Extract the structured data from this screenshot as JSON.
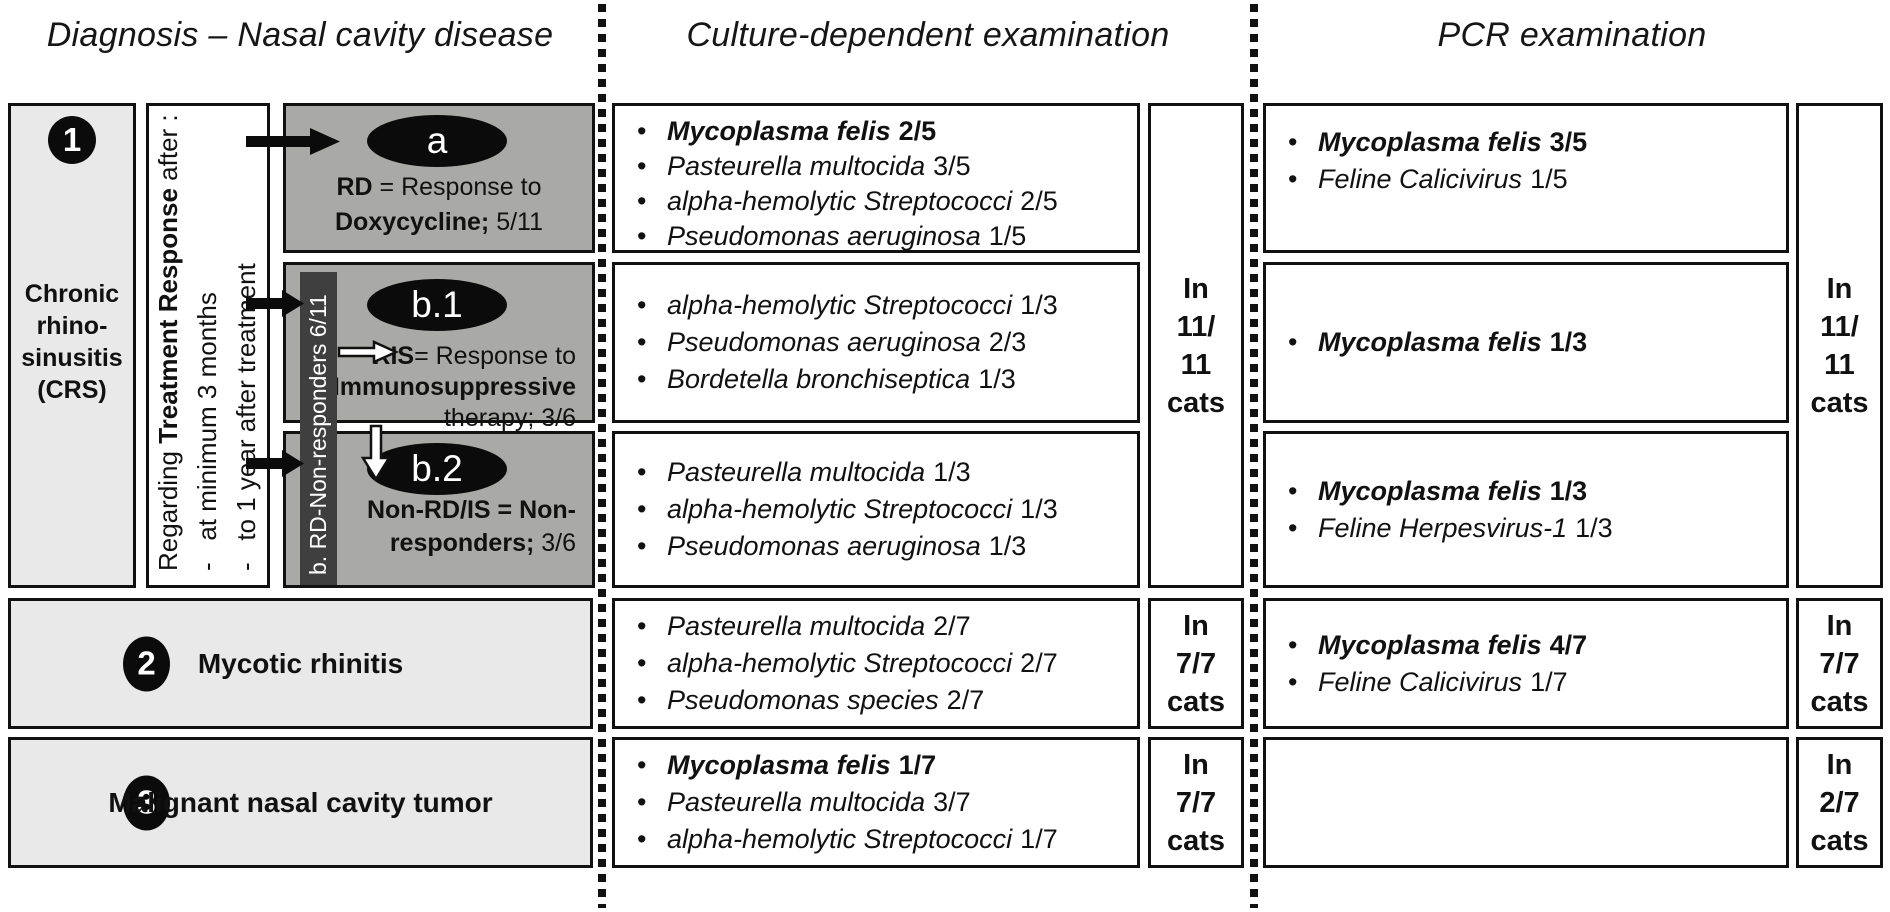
{
  "headers": {
    "diagnosis": "Diagnosis – Nasal cavity disease",
    "culture": "Culture-dependent examination",
    "pcr": "PCR examination"
  },
  "glyphs": {
    "bullet": "•"
  },
  "colors": {
    "light_grey_box": "#e9e9e9",
    "grey_box": "#a9a9a7",
    "dark_bar": "#3f3f3f",
    "black": "#0b0b0b"
  },
  "row1": {
    "number": "1",
    "diagnosis_lines": [
      "Chronic",
      "rhino-",
      "sinusitis",
      "(CRS)"
    ],
    "treatment_note": {
      "prefix": "Regarding ",
      "bold": "Treatment Response",
      "suffix": " after :",
      "item1": "-   at minimum 3 months",
      "item2": "-   to 1 year after treatment"
    },
    "group_a": {
      "label": "a",
      "line1_bold": "RD",
      "line1_rest": " = Response to",
      "line2_bold": "Doxycycline;",
      "line2_rest": " 5/11"
    },
    "group_b_bar": "b. RD-Non-responders 6/11",
    "group_b1": {
      "label": "b.1",
      "line1_bold": "RIS",
      "line1_rest": "= Response to",
      "line2_bold": "Immunosuppressive",
      "line3": "therapy; 3/6"
    },
    "group_b2": {
      "label": "b.2",
      "line1_bold": "Non-RD/IS = Non-",
      "line2_bold": "responders;",
      "line2_rest": " 3/6"
    },
    "culture_a": [
      {
        "name": "Mycoplasma felis",
        "count": "2/5",
        "emphasis": "bold"
      },
      {
        "name": "Pasteurella multocida",
        "count": "3/5",
        "emphasis": ""
      },
      {
        "name": "alpha-hemolytic Streptococci",
        "count": "2/5",
        "emphasis": ""
      },
      {
        "name": "Pseudomonas aeruginosa",
        "count": "1/5",
        "emphasis": ""
      }
    ],
    "culture_b1": [
      {
        "name": "alpha-hemolytic Streptococci",
        "count": "1/3",
        "emphasis": ""
      },
      {
        "name": "Pseudomonas aeruginosa",
        "count": "2/3",
        "emphasis": ""
      },
      {
        "name": "Bordetella bronchiseptica",
        "count": "1/3",
        "emphasis": ""
      }
    ],
    "culture_b2": [
      {
        "name": "Pasteurella multocida",
        "count": "1/3",
        "emphasis": ""
      },
      {
        "name": "alpha-hemolytic Streptococci",
        "count": "1/3",
        "emphasis": ""
      },
      {
        "name": "Pseudomonas aeruginosa",
        "count": "1/3",
        "emphasis": ""
      }
    ],
    "culture_total": [
      "In",
      "11/",
      "11",
      "cats"
    ],
    "pcr_a": [
      {
        "name": "Mycoplasma felis",
        "count": "3/5",
        "emphasis": "bold"
      },
      {
        "name": "Feline Calicivirus",
        "count": "1/5",
        "emphasis": ""
      }
    ],
    "pcr_b1": [
      {
        "name": "Mycoplasma felis",
        "count": "1/3",
        "emphasis": "bold"
      }
    ],
    "pcr_b2": [
      {
        "name": "Mycoplasma felis",
        "count": "1/3",
        "emphasis": "bold"
      },
      {
        "name": "Feline Herpesvirus-1",
        "count": "1/3",
        "emphasis": ""
      }
    ],
    "pcr_total": [
      "In",
      "11/",
      "11",
      "cats"
    ]
  },
  "row2": {
    "number": "2",
    "label": "Mycotic rhinitis",
    "culture": [
      {
        "name": "Pasteurella multocida",
        "count": "2/7",
        "emphasis": ""
      },
      {
        "name": "alpha-hemolytic Streptococci",
        "count": "2/7",
        "emphasis": ""
      },
      {
        "name": "Pseudomonas species",
        "count": "2/7",
        "emphasis": ""
      }
    ],
    "culture_total": [
      "In",
      "7/7",
      "cats"
    ],
    "pcr": [
      {
        "name": "Mycoplasma felis",
        "count": "4/7",
        "emphasis": "bold"
      },
      {
        "name": "Feline Calicivirus",
        "count": "1/7",
        "emphasis": ""
      }
    ],
    "pcr_total": [
      "In",
      "7/7",
      "cats"
    ]
  },
  "row3": {
    "number": "3",
    "label": "Malignant nasal cavity tumor",
    "culture": [
      {
        "name": "Mycoplasma felis",
        "count": "1/7",
        "emphasis": "bold"
      },
      {
        "name": "Pasteurella multocida",
        "count": "3/7",
        "emphasis": ""
      },
      {
        "name": "alpha-hemolytic Streptococci",
        "count": "1/7",
        "emphasis": ""
      }
    ],
    "culture_total": [
      "In",
      "7/7",
      "cats"
    ],
    "pcr_total": [
      "In",
      "2/7",
      "cats"
    ]
  }
}
